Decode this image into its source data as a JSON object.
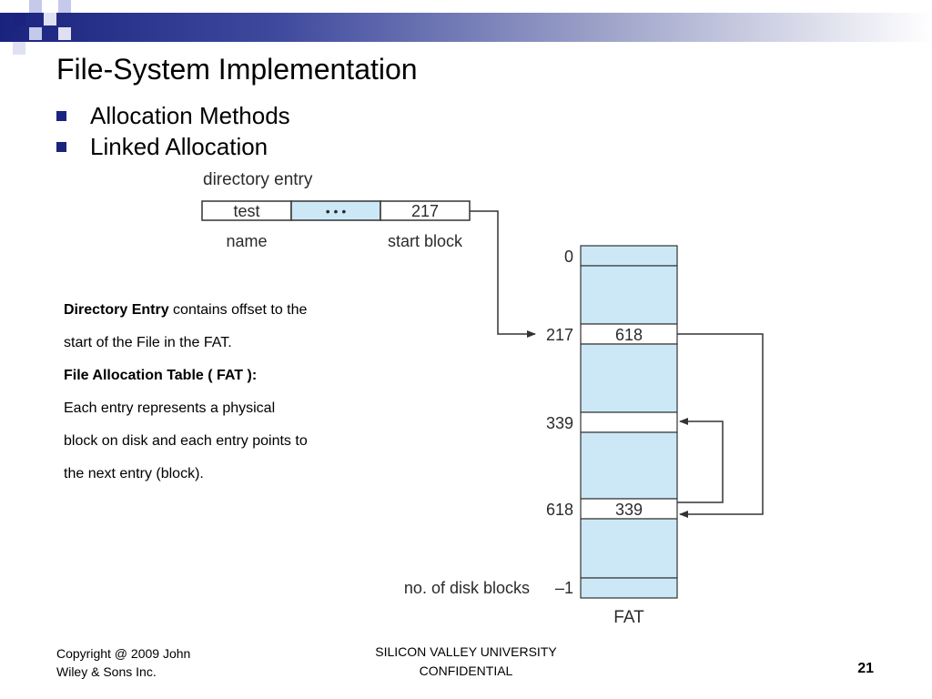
{
  "slide": {
    "title": "File-System Implementation",
    "bullets": [
      "Allocation Methods",
      "Linked Allocation"
    ]
  },
  "explanation": {
    "line1_bold": "Directory Entry",
    "line1_rest": " contains offset to the",
    "line2": "start of the File in the FAT.",
    "line3_bold": "File Allocation Table ( FAT ):",
    "line4": "Each entry represents a physical",
    "line5": "block on disk and each entry points to",
    "line6": "the next entry (block)."
  },
  "diagram": {
    "directory_entry_label": "directory entry",
    "entry_name": "test",
    "entry_ellipsis": "• • •",
    "entry_start_block": "217",
    "name_label": "name",
    "start_block_label": "start block",
    "fat_rows": [
      {
        "index": "0",
        "value": ""
      },
      {
        "index": "217",
        "value": "618"
      },
      {
        "index": "339",
        "value": ""
      },
      {
        "index": "618",
        "value": "339"
      },
      {
        "index": "no. of disk blocks",
        "value": ""
      }
    ],
    "end_marker": "–1",
    "fat_label": "FAT"
  },
  "footer": {
    "copyright_line1": "Copyright @ 2009 John",
    "copyright_line2": "Wiley & Sons Inc.",
    "university_line1": "SILICON VALLEY UNIVERSITY",
    "university_line2": "CONFIDENTIAL",
    "page_number": "21"
  },
  "colors": {
    "title_bar_dark": "#1a237e",
    "bullet": "#1a237e",
    "fat_cell": "#cce8f6",
    "ellipsis_cell": "#cce8f6"
  }
}
